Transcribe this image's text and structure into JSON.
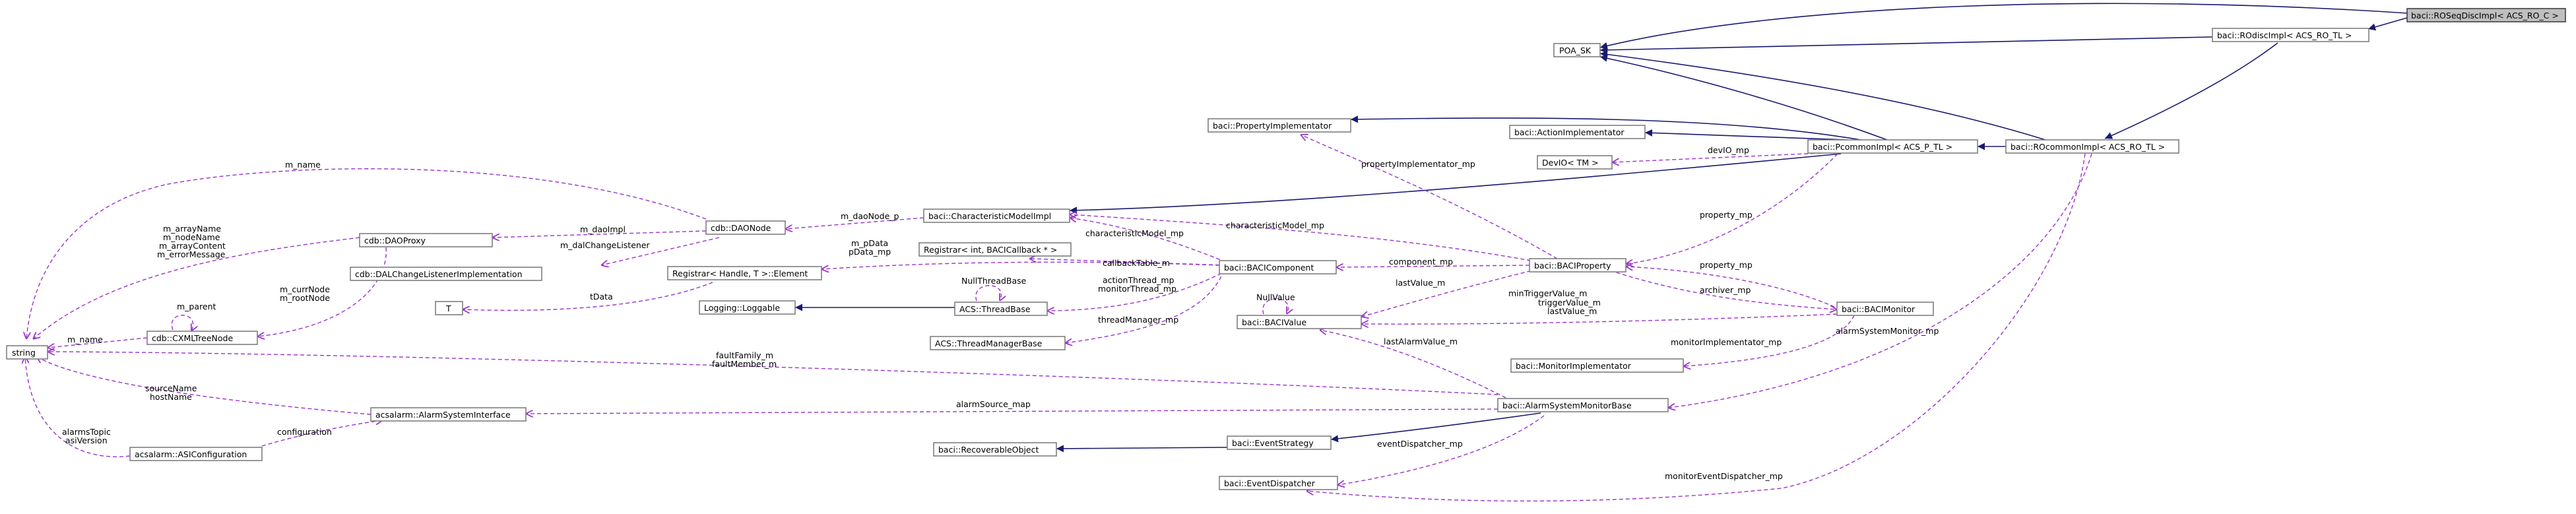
{
  "diagram": {
    "colors": {
      "inheritance": "#191970",
      "usage": "#9a32cd",
      "node_border": "#7f7f7f",
      "focus_fill": "#bfbfbf"
    },
    "nodes": {
      "roseqdisc": "baci::ROSeqDiscImpl< ACS_RO_C >",
      "rodisc": "baci::ROdiscImpl< ACS_RO_TL >",
      "poa": "POA_SK",
      "romon": "baci::ROcommonImpl< ACS_RO_TL >",
      "pcommon": "baci::PcommonImpl< ACS_P_TL >",
      "propimpl": "baci::PropertyImplementator",
      "actimpl": "baci::ActionImplementator",
      "devio": "DevIO< TM >",
      "charmodel": "baci::CharacteristicModelImpl",
      "daonode": "cdb::DAONode",
      "daoproxy": "cdb::DAOProxy",
      "dallistener": "cdb::DALChangeListenerImplementation",
      "registrar_int": "Registrar< int, BACICallback * >",
      "registrar_handle": "Registrar< Handle, T >::Element",
      "t": "T",
      "cxml": "cdb::CXMLTreeNode",
      "string": "string",
      "loggable": "Logging::Loggable",
      "threadbase": "ACS::ThreadBase",
      "threadmgr": "ACS::ThreadManagerBase",
      "bacicomp": "baci::BACIComponent",
      "baciprop": "baci::BACIProperty",
      "bacivalue": "baci::BACIValue",
      "bacimonitor": "baci::BACIMonitor",
      "monimpl": "baci::MonitorImplementator",
      "alarmbase": "baci::AlarmSystemMonitorBase",
      "alarmif": "acsalarm::AlarmSystemInterface",
      "asiconf": "acsalarm::ASIConfiguration",
      "recov": "baci::RecoverableObject",
      "evstrategy": "baci::EventStrategy",
      "evdispatcher": "baci::EventDispatcher"
    },
    "labels": {
      "m_name_top": "m_name",
      "m_arrayName": "m_arrayName",
      "m_nodeName": "m_nodeName",
      "m_arrayContent": "m_arrayContent",
      "m_errorMessage": "m_errorMessage",
      "m_daoImpl": "m_daoImpl",
      "m_dalChangeListener": "m_dalChangeListener",
      "m_daoNode_p": "m_daoNode_p",
      "m_parent": "m_parent",
      "m_currNode": "m_currNode",
      "m_rootNode": "m_rootNode",
      "m_name_left": "m_name",
      "tData": "tData",
      "m_pData": "m_pData",
      "pData_mp": "pData_mp",
      "callbackTable_m": "callbackTable_m",
      "nullthreadbase": "NullThreadBase",
      "actionThread_mp": "actionThread_mp",
      "monitorThread_mp": "monitorThread_mp",
      "threadManager_mp": "threadManager_mp",
      "characteristicModel_mp1": "characteristicModel_mp",
      "characteristicModel_mp2": "characteristicModel_mp",
      "propertyImplementator_mp": "propertyImplementator_mp",
      "devIO_mp": "devIO_mp",
      "property_mp1": "property_mp",
      "component_mp": "component_mp",
      "lastValue_m": "lastValue_m",
      "nullvalue": "NullValue",
      "property_mp2": "property_mp",
      "archiver_mp": "archiver_mp",
      "minTriggerValue_m": "minTriggerValue_m",
      "triggerValue_m": "triggerValue_m",
      "lastValue_m2": "lastValue_m",
      "alarmSystemMonitor_mp": "alarmSystemMonitor_mp",
      "monitorImplementator_mp": "monitorImplementator_mp",
      "lastAlarmValue_m": "lastAlarmValue_m",
      "faultFamily_m": "faultFamily_m",
      "faultMember_m": "faultMember_m",
      "alarmSource_map": "alarmSource_map",
      "sourceName": "sourceName",
      "hostName": "hostName",
      "configuration": "configuration",
      "alarmsTopic": "alarmsTopic",
      "asiVersion": "asiVersion",
      "eventDispatcher_mp": "eventDispatcher_mp",
      "monitorEventDispatcher_mp": "monitorEventDispatcher_mp"
    }
  }
}
